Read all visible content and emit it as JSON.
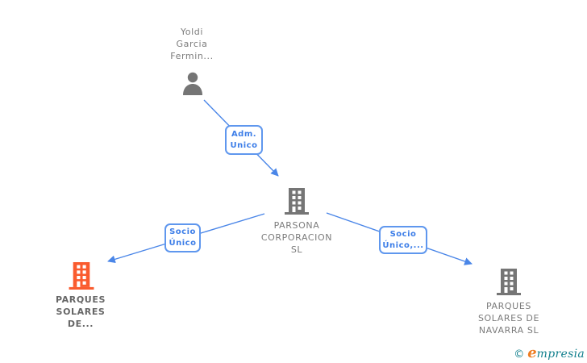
{
  "person": {
    "name": "Yoldi\nGarcia\nFermin..."
  },
  "companies": {
    "center": {
      "name": "PARSONA\nCORPORACION\nSL"
    },
    "left": {
      "name": "PARQUES\nSOLARES\nDE..."
    },
    "right": {
      "name": "PARQUES\nSOLARES DE\nNAVARRA SL"
    }
  },
  "edges": {
    "adm": {
      "label": "Adm.\nUnico"
    },
    "socio_left": {
      "label": "Socio\nÚnico"
    },
    "socio_right": {
      "label": "Socio\nÚnico,..."
    }
  },
  "footer": {
    "copyright": "©",
    "brand_first": "e",
    "brand_rest": "mpresia"
  },
  "colors": {
    "edge_blue": "#4a86e8",
    "box_border_blue": "#5f97ee",
    "box_text_blue": "#3d7ee8",
    "icon_gray": "#757575",
    "icon_orange": "#fa5b2e",
    "label_gray": "#7b7b7b",
    "label_bold_gray": "#666666",
    "logo_teal": "#13808e",
    "logo_orange": "#ee7d23"
  }
}
